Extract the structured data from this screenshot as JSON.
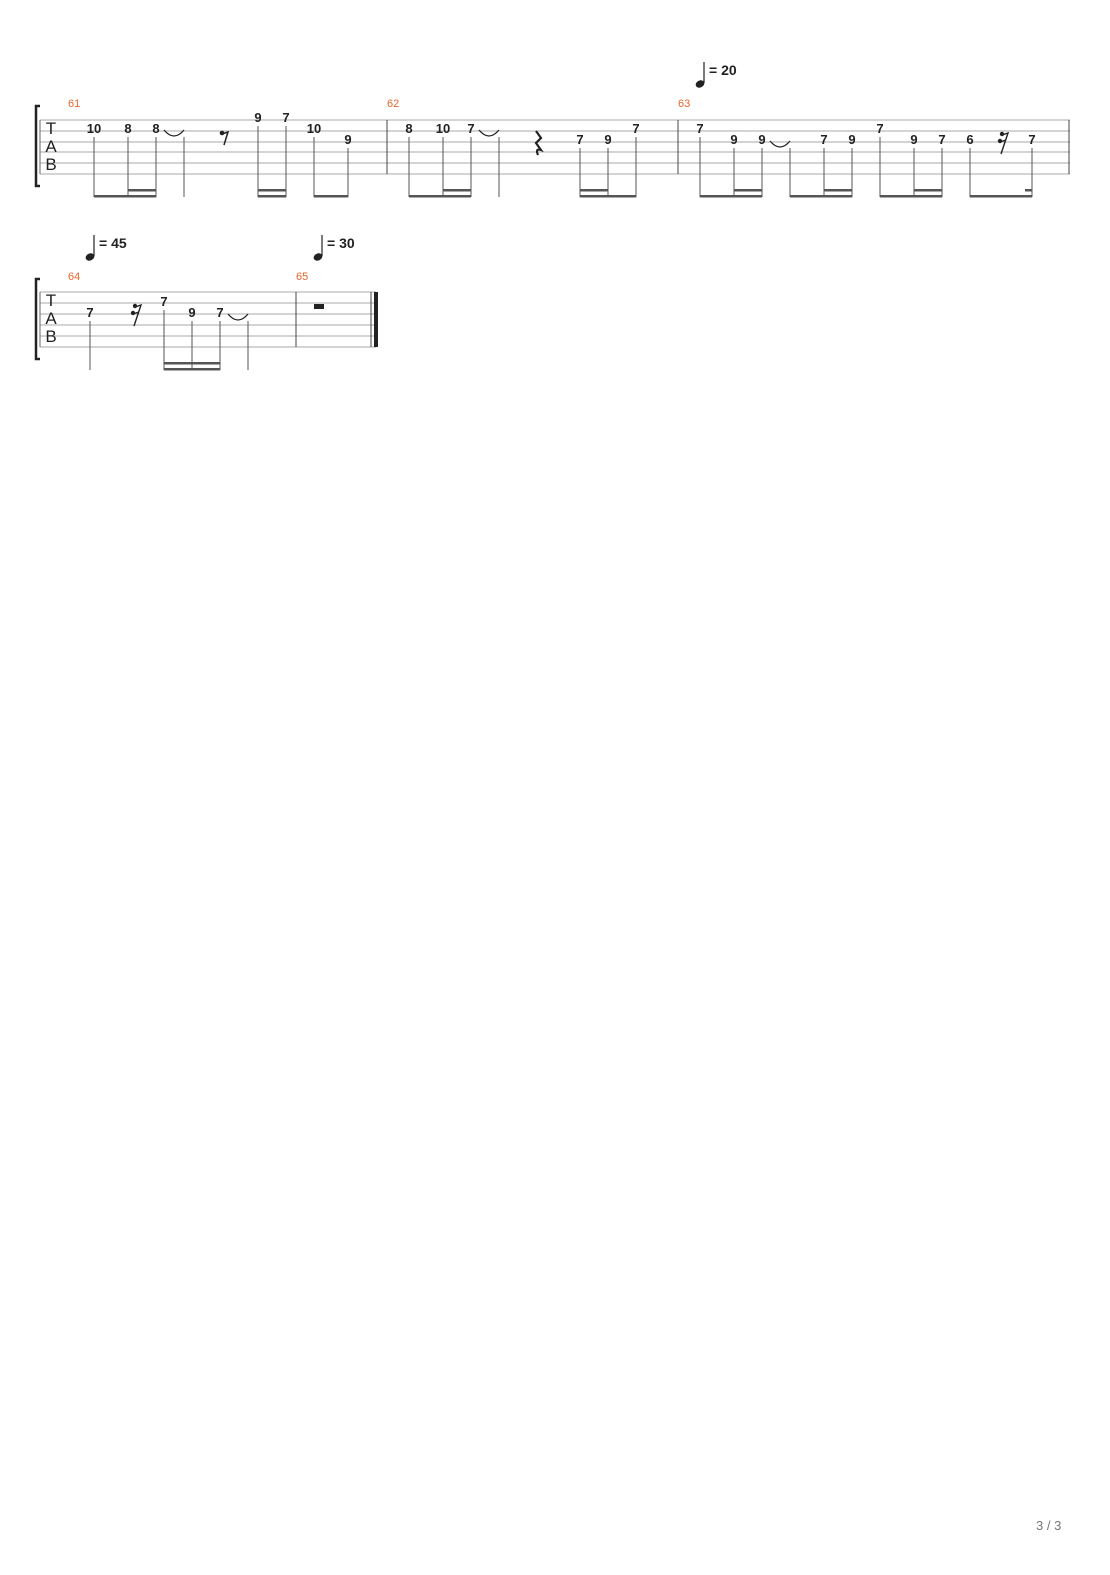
{
  "colors": {
    "measure_number": "#e8652b",
    "ink": "#222222",
    "staff_line": "#aaaaaa",
    "page_counter": "#777777"
  },
  "clef_letters": [
    "T",
    "A",
    "B"
  ],
  "systems": [
    {
      "measures": [
        {
          "number": "61",
          "notes": [
            {
              "fret": "10",
              "string": 1
            },
            {
              "fret": "8",
              "string": 1
            },
            {
              "fret": "8",
              "string": 1,
              "tie_out": true
            },
            {
              "fret": "9",
              "string": 0
            },
            {
              "fret": "7",
              "string": 0
            },
            {
              "fret": "10",
              "string": 1
            },
            {
              "fret": "9",
              "string": 2
            }
          ]
        },
        {
          "number": "62",
          "notes": [
            {
              "fret": "8",
              "string": 1
            },
            {
              "fret": "10",
              "string": 1
            },
            {
              "fret": "7",
              "string": 1,
              "tie_out": true
            },
            {
              "fret": "7",
              "string": 2
            },
            {
              "fret": "9",
              "string": 2
            },
            {
              "fret": "7",
              "string": 1
            }
          ]
        },
        {
          "number": "63",
          "tempo": "= 20",
          "notes": [
            {
              "fret": "7",
              "string": 1
            },
            {
              "fret": "9",
              "string": 2
            },
            {
              "fret": "9",
              "string": 2,
              "tie_out": true
            },
            {
              "fret": "7",
              "string": 2
            },
            {
              "fret": "9",
              "string": 2
            },
            {
              "fret": "7",
              "string": 1
            },
            {
              "fret": "9",
              "string": 2
            },
            {
              "fret": "7",
              "string": 2
            },
            {
              "fret": "6",
              "string": 2
            },
            {
              "fret": "7",
              "string": 2
            }
          ]
        }
      ]
    },
    {
      "measures": [
        {
          "number": "64",
          "tempo": "= 45",
          "notes": [
            {
              "fret": "7",
              "string": 2
            },
            {
              "fret": "7",
              "string": 1
            },
            {
              "fret": "9",
              "string": 2
            },
            {
              "fret": "7",
              "string": 2,
              "tie_out": true
            }
          ]
        },
        {
          "number": "65",
          "tempo": "= 30",
          "notes": []
        }
      ]
    }
  ],
  "footer": {
    "page_counter": "3 / 3"
  }
}
